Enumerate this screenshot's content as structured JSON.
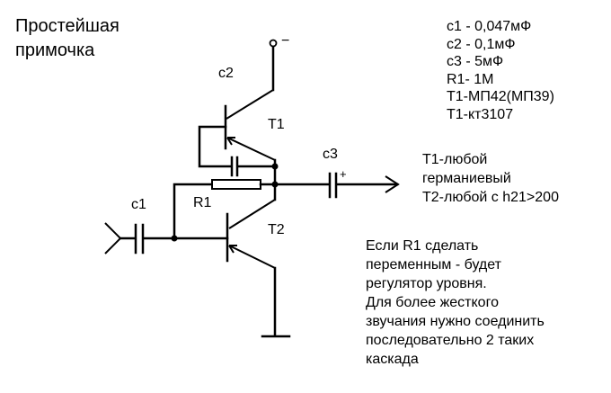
{
  "title": {
    "line1": "Простейшая",
    "line2": "примочка"
  },
  "labels": {
    "c1": "c1",
    "c2": "c2",
    "c3": "c3",
    "r1": "R1",
    "t1": "T1",
    "t2": "T2",
    "supply_sign": "−",
    "c3_polarity": "+"
  },
  "components": [
    "c1 - 0,047мФ",
    "c2 - 0,1мФ",
    "c3 - 5мФ",
    "R1- 1М",
    "T1-МП42(МП39)",
    "T1-кт3107"
  ],
  "transistor_notes": [
    "T1-любой",
    "германиевый",
    "T2-любой с h21>200"
  ],
  "notes": [
    "Если R1 сделать",
    "переменным - будет",
    "регулятор уровня.",
    "Для более жесткого",
    "звучания нужно соединить",
    "последовательно 2 таких",
    "каскада"
  ]
}
